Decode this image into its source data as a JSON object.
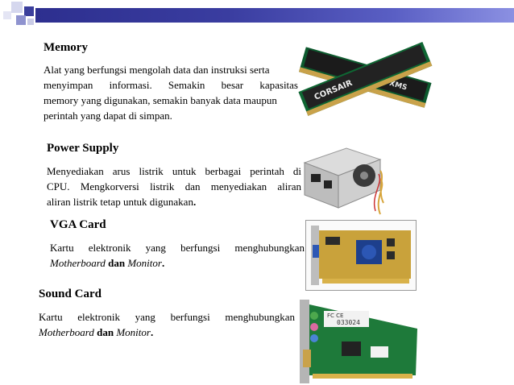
{
  "sections": [
    {
      "heading": "Memory",
      "lines": [
        "Alat yang berfungsi mengolah data dan instruksi serta",
        "menyimpan informasi. Semakin besar kapasitas",
        "memory yang digunakan, semakin banyak data maupun",
        "perintah yang dapat di simpan."
      ]
    },
    {
      "heading": "Power Supply",
      "lines": [
        "Menyediakan arus listrik untuk berbagai perintah di",
        "CPU. Mengkorversi listrik dan menyediakan aliran"
      ],
      "last_line_text": "aliran listrik tetap untuk digunakan",
      "last_line_end": "."
    },
    {
      "heading": "VGA Card",
      "line1": "Kartu elektronik yang berfungsi menghubungkan",
      "term1": "Motherboard",
      "conj": "dan",
      "term2": "Monitor",
      "end": "."
    },
    {
      "heading": "Sound Card",
      "line1": "Kartu elektronik yang berfungsi menghubungkan",
      "term1": "Motherboard",
      "conj": "dan",
      "term2": "Monitor",
      "end": "."
    }
  ],
  "images": {
    "ram_labels": [
      "CORSAIR",
      "XMS"
    ],
    "soundcard_labels": [
      "FC CE",
      "033024"
    ]
  },
  "colors": {
    "header_bar": "#2d2f8f",
    "square_dark": "#3b3f9c",
    "square_light": "#c9cbe6"
  }
}
